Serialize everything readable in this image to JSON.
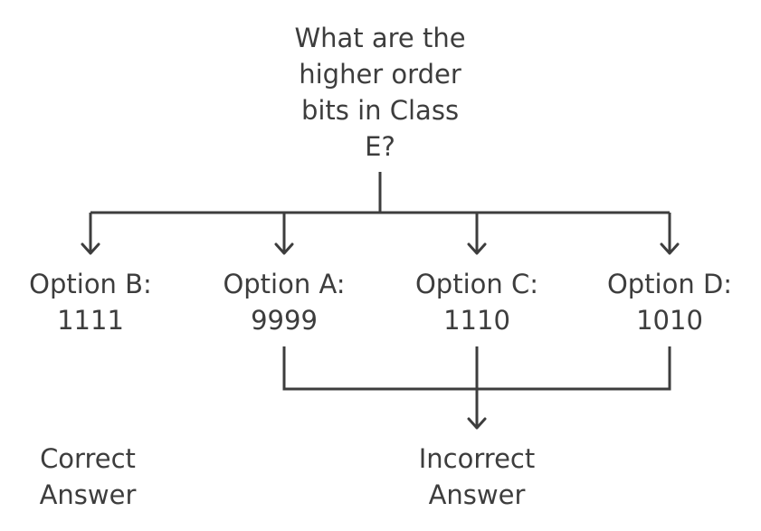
{
  "question": {
    "lines": [
      "What are the",
      "higher order",
      "bits in Class",
      "E?"
    ]
  },
  "options": [
    {
      "id": "b",
      "lines": [
        "Option B:",
        "1111"
      ]
    },
    {
      "id": "a",
      "lines": [
        "Option A:",
        "9999"
      ]
    },
    {
      "id": "c",
      "lines": [
        "Option C:",
        "1110"
      ]
    },
    {
      "id": "d",
      "lines": [
        "Option D:",
        "1010"
      ]
    }
  ],
  "outcomes": {
    "correct": {
      "lines": [
        "Correct",
        "Answer"
      ]
    },
    "incorrect": {
      "lines": [
        "Incorrect",
        "Answer"
      ]
    }
  },
  "colors": {
    "stroke": "#3d3d3d",
    "text": "#3d3d3d",
    "background": "#ffffff"
  }
}
